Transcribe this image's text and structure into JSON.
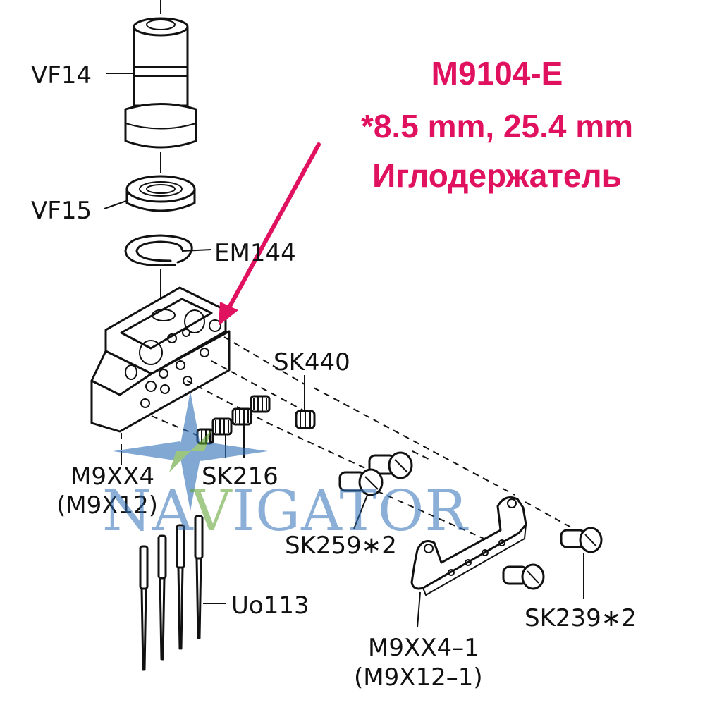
{
  "title": {
    "line1": "M9104-E",
    "line2": "*8.5 mm, 25.4 mm",
    "line3": "Иглодержатель"
  },
  "labels": {
    "vf14": "VF14",
    "vf15": "VF15",
    "em144": "EM144",
    "sk440": "SK440",
    "m9xx4": "M9XX4",
    "m9x12": "(M9X12)",
    "sk216": "SK216",
    "sk259": "SK259∗2",
    "uo113": "Uo113",
    "sk239": "SK239∗2",
    "m9xx4_1": "M9XX4–1",
    "m9x12_1": "(M9X12–1)"
  },
  "watermark": {
    "prefix": "NA",
    "highlight": "V",
    "suffix": "IGATOR"
  },
  "colors": {
    "accent": "#e0115f",
    "watermark_blue": "#2f6fb7",
    "watermark_green": "#5aa02c"
  }
}
